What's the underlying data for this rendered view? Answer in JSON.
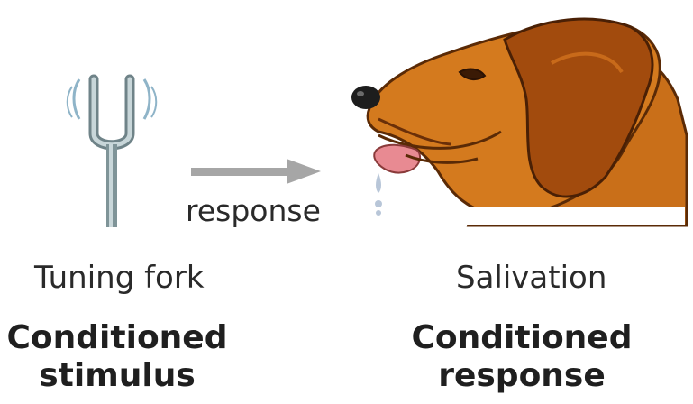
{
  "arrow_label": "response",
  "left": {
    "icon": "tuning-fork-icon",
    "name": "Tuning fork",
    "role": "Conditioned stimulus"
  },
  "right": {
    "icon": "dog-head-icon",
    "name": "Salivation",
    "role": "Conditioned response"
  },
  "colors": {
    "arrow": "#a6a6a6",
    "fork_metal": "#9fb3b8",
    "dog_fur": "#d47a1e",
    "dog_fur_dark": "#8a3f0b",
    "tongue": "#e88a92"
  }
}
